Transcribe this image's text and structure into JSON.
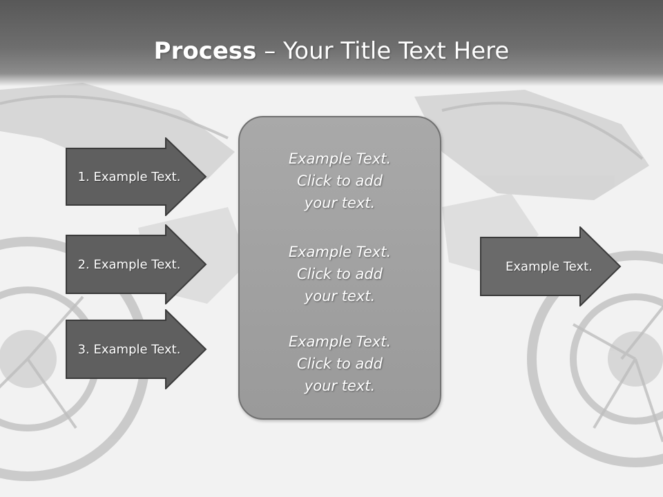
{
  "title": {
    "bold": "Process",
    "separator": " – ",
    "rest": "Your Title Text Here"
  },
  "left_arrows": [
    {
      "label": "1. Example Text."
    },
    {
      "label": "2. Example Text."
    },
    {
      "label": "3. Example Text."
    }
  ],
  "center_box": {
    "blocks": [
      {
        "lines": [
          "Example Text.",
          "Click  to add",
          "your text."
        ]
      },
      {
        "lines": [
          "Example Text.",
          "Click  to add",
          "your text."
        ]
      },
      {
        "lines": [
          "Example Text.",
          "Click  to add",
          "your text."
        ]
      }
    ]
  },
  "right_arrow": {
    "label": "Example Text."
  },
  "colors": {
    "arrow_fill": "#5f5f5f",
    "arrow_stroke": "#3a3a3a",
    "right_arrow_fill": "#6a6a6a",
    "box_fill": "#a3a3a3"
  }
}
